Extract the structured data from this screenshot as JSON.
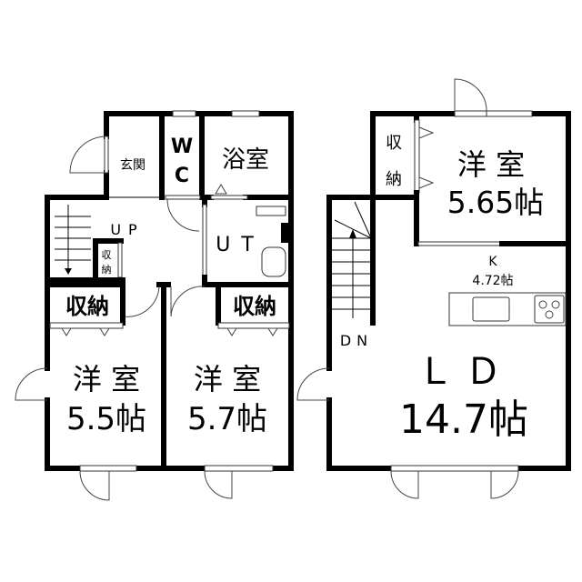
{
  "floor1": {
    "entrance": "玄関",
    "wc_w": "W",
    "wc_c": "C",
    "bath": "浴室",
    "stairs": "UP",
    "utility": "UT",
    "small_closet_1": "収",
    "small_closet_2": "納",
    "closet_left": "収納",
    "closet_right": "収納",
    "room_left_name": "洋 室",
    "room_left_size": "5.5帖",
    "room_right_name": "洋 室",
    "room_right_size": "5.7帖"
  },
  "floor2": {
    "closet_1": "収",
    "closet_2": "納",
    "room_name": "洋 室",
    "room_size": "5.65帖",
    "kitchen": "K",
    "kitchen_size": "4.72帖",
    "stairs": "DN",
    "ld_name": "Ｌ Ｄ",
    "ld_size": "14.7帖"
  }
}
